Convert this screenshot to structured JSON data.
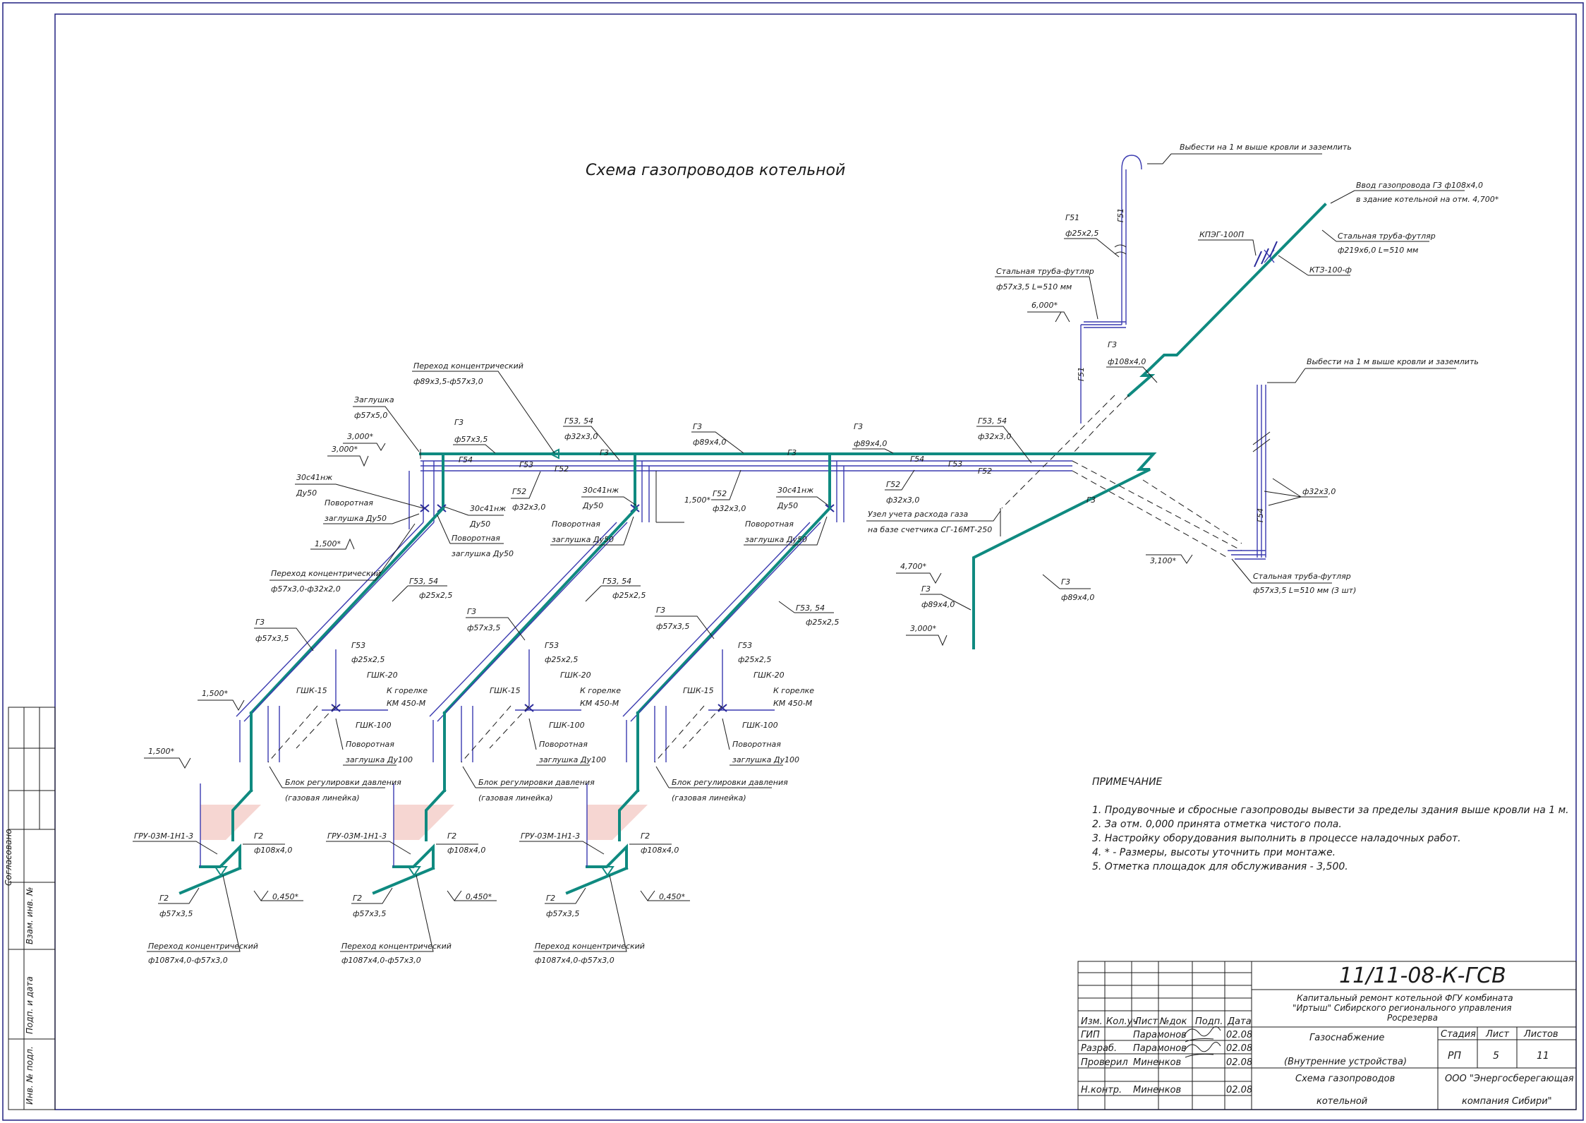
{
  "title": "Схема газопроводов котельной",
  "colors": {
    "gas_pipe": "#0f8a80",
    "aux_pipe": "#3a3ab0",
    "frame": "#202080",
    "regulator_fill": "#f6d6d2"
  },
  "labels": {
    "vent_top": "Выбести на 1 м выше кровли и заземлить",
    "vent_right": "Выбести на 1 м выше кровли и заземлить",
    "inlet_1": "Ввод газопровода Г3 ф108х4,0",
    "inlet_2": "в здание котельной на отм. 4,700*",
    "sleeve_inlet_1": "Стальная труба-футляр",
    "sleeve_inlet_2": "ф219х6,0 L=510 мм",
    "valve_kpeg": "КПЭГ-100П",
    "valve_kt": "КТЗ-100-ф",
    "g51_top": "Г51",
    "g51_size": "ф25х2,5",
    "sleeve_vent_1": "Стальная труба-футляр",
    "sleeve_vent_2": "ф57х3,5 L=510 мм",
    "elev_6000": "6,000*",
    "g3_riser": "Г3",
    "g3_riser_size": "ф108х4,0",
    "reducer_top_1": "Переход концентрический",
    "reducer_top_2": "ф89х3,5-ф57х3,0",
    "plug_1": "Заглушка",
    "plug_2": "ф57х5,0",
    "elev_3000a": "3,000*",
    "elev_3000b": "3,000*",
    "g3_a": "Г3",
    "g3_a_size": "ф57х3,5",
    "g53_54_a": "Г53, 54",
    "g53_54_a_size": "ф32х3,0",
    "g3_b": "Г3",
    "g3_b_size": "ф89х4,0",
    "g3_c": "Г3",
    "g3_c_size": "ф89х4,0",
    "g53_54_b": "Г53, 54",
    "g53_54_b_size": "ф32х3,0",
    "g52_a": "Г52",
    "g52_a_size": "ф32х3,0",
    "g52_b": "Г52",
    "g52_b_size": "ф32х3,0",
    "g52_c": "Г52",
    "g52_c_size": "ф32х3,0",
    "meter_1": "Узел учета расхода газа",
    "meter_2": "на базе счетчика СГ-16МТ-250",
    "elev_4700": "4,700*",
    "g3_d": "Г3",
    "g3_d_size": "ф89х4,0",
    "elev_3000c": "3,000*",
    "g3_e": "Г3",
    "g3_e_size": "ф89х4,0",
    "elev_3100": "3,100*",
    "g32_right": "ф32х3,0",
    "sleeve_right_1": "Стальная труба-футляр",
    "sleeve_right_2": "ф57х3,5 L=510 мм (3 шт)",
    "valve_30c_a1": "30с41нж",
    "valve_30c_a2": "Ду50",
    "valve_30c_b1": "30с41нж",
    "valve_30c_b2": "Ду50",
    "valve_30c_c1": "30с41нж",
    "valve_30c_c2": "Ду50",
    "valve_30c_d1": "30с41нж",
    "valve_30c_d2": "Ду50",
    "rplug_a1": "Поворотная",
    "rplug_a2": "заглушка Ду50",
    "rplug_b1": "Поворотная",
    "rplug_b2": "заглушка Ду50",
    "rplug_c1": "Поворотная",
    "rplug_c2": "заглушка Ду50",
    "rplug_d1": "Поворотная",
    "rplug_d2": "заглушка Ду50",
    "elev_1500a": "1,500*",
    "elev_1500b": "1,500*",
    "elev_1500c": "1,500*",
    "elev_1500d": "1,500*",
    "reducer_mid_1": "Переход концентрический",
    "reducer_mid_2": "ф57х3,0-ф32х2,0",
    "pipe_g3_lbl": "Г3",
    "pipe_g52_lbl": "Г52",
    "pipe_g53_lbl": "Г53",
    "pipe_g54_lbl": "Г54"
  },
  "branches": [
    {
      "g53_54": "Г53, 54",
      "g53_54_size": "ф25х2,5",
      "g3": "Г3",
      "g3_size": "ф57х3,5",
      "g53": "Г53",
      "g53_size": "ф25х2,5",
      "gshk20": "ГШК-20",
      "gshk15": "ГШК-15",
      "burner_1": "К горелке",
      "burner_2": "КМ 450-М",
      "gshk100": "ГШК-100",
      "rplug_1": "Поворотная",
      "rplug_2": "заглушка Ду100",
      "block_1": "Блок регулировки давления",
      "block_2": "(газовая линейка)",
      "gru": "ГРУ-03М-1Н1-3",
      "g2": "Г2",
      "g2_size": "ф108х4,0",
      "g2_low": "Г2",
      "g2_low_size": "ф57х3,5",
      "elev": "0,450*",
      "reducer_1": "Переход концентрический",
      "reducer_2": "ф1087х4,0-ф57х3,0"
    },
    {
      "g53_54": "Г53, 54",
      "g53_54_size": "ф25х2,5",
      "g3": "Г3",
      "g3_size": "ф57х3,5",
      "g53": "Г53",
      "g53_size": "ф25х2,5",
      "gshk20": "ГШК-20",
      "gshk15": "ГШК-15",
      "burner_1": "К горелке",
      "burner_2": "КМ 450-М",
      "gshk100": "ГШК-100",
      "rplug_1": "Поворотная",
      "rplug_2": "заглушка Ду100",
      "block_1": "Блок регулировки давления",
      "block_2": "(газовая линейка)",
      "gru": "ГРУ-03М-1Н1-3",
      "g2": "Г2",
      "g2_size": "ф108х4,0",
      "g2_low": "Г2",
      "g2_low_size": "ф57х3,5",
      "elev": "0,450*",
      "reducer_1": "Переход концентрический",
      "reducer_2": "ф1087х4,0-ф57х3,0"
    },
    {
      "g53_54": "Г53, 54",
      "g53_54_size": "ф25х2,5",
      "g3": "Г3",
      "g3_size": "ф57х3,5",
      "g53": "Г53",
      "g53_size": "ф25х2,5",
      "gshk20": "ГШК-20",
      "gshk15": "ГШК-15",
      "burner_1": "К горелке",
      "burner_2": "КМ 450-М",
      "gshk100": "ГШК-100",
      "rplug_1": "Поворотная",
      "rplug_2": "заглушка Ду100",
      "block_1": "Блок регулировки давления",
      "block_2": "(газовая линейка)",
      "gru": "ГРУ-03М-1Н1-3",
      "g2": "Г2",
      "g2_size": "ф108х4,0",
      "g2_low": "Г2",
      "g2_low_size": "ф57х3,5",
      "elev": "0,450*",
      "reducer_1": "Переход концентрический",
      "reducer_2": "ф1087х4,0-ф57х3,0"
    }
  ],
  "notes": {
    "heading": "ПРИМЕЧАНИЕ",
    "items": [
      "1. Продувочные и сбросные газопроводы вывести за пределы здания выше кровли на 1 м.",
      "2. За отм. 0,000 принята отметка чистого пола.",
      "3. Настройку оборудования выполнить в процессе наладочных работ.",
      "4. * - Размеры, высоты уточнить при монтаже.",
      "5. Отметка площадок для обслуживания - 3,500."
    ]
  },
  "side_stamp": [
    "Согласовано",
    "Взам. инв. №",
    "Подп. и дата",
    "Инв. № подл."
  ],
  "title_block": {
    "code": "11/11-08-К-ГСВ",
    "project_1": "Капитальный ремонт котельной ФГУ комбината",
    "project_2": "\"Иртыш\" Сибирского регионального управления",
    "project_3": "Росрезерва",
    "col_headers": [
      "Изм.",
      "Кол.уч",
      "Лист",
      "№док",
      "Подп.",
      "Дата"
    ],
    "rows": [
      {
        "role": "ГИП",
        "name": "Парамонов",
        "date": "02.08"
      },
      {
        "role": "Разраб.",
        "name": "Парамонов",
        "date": "02.08"
      },
      {
        "role": "Проверил",
        "name": "Миненков",
        "date": "02.08"
      },
      {
        "role": "Н.контр.",
        "name": "Миненков",
        "date": "02.08"
      }
    ],
    "section_1": "Газоснабжение",
    "section_2": "(Внутренние устройства)",
    "sheet_name_1": "Схема газопроводов",
    "sheet_name_2": "котельной",
    "stage_label": "Стадия",
    "stage_value": "РП",
    "sheet_label": "Лист",
    "sheet_value": "5",
    "sheets_label": "Листов",
    "sheets_value": "11",
    "org_1": "ООО \"Энергосберегающая",
    "org_2": "компания Сибири\""
  }
}
